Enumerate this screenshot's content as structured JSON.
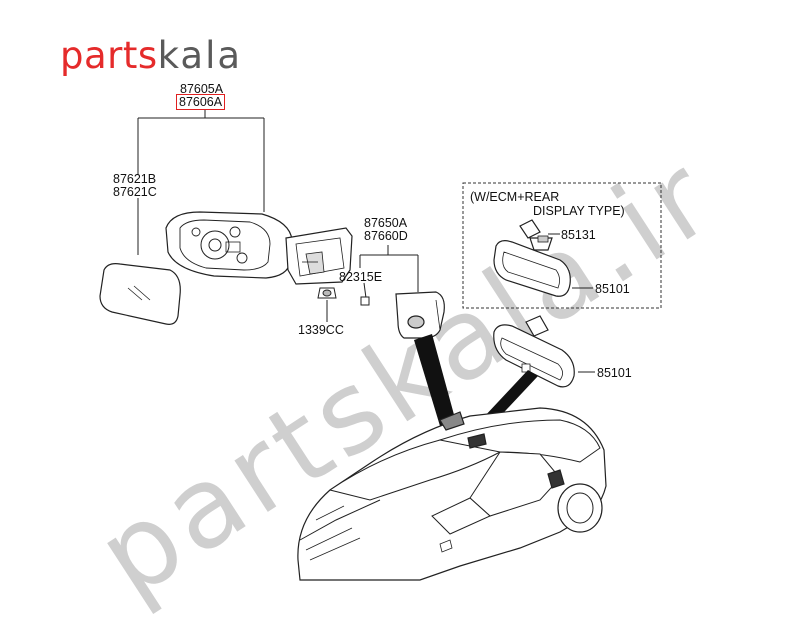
{
  "logo": {
    "part_a": "parts",
    "part_b": "kala"
  },
  "watermark": "partskala.ir",
  "note": {
    "line1": "(W/ECM+REAR",
    "line2": "DISPLAY TYPE)"
  },
  "labels": {
    "l87605a": "87605A",
    "l87606a": "87606A",
    "l87621b": "87621B",
    "l87621c": "87621C",
    "l87650a": "87650A",
    "l87660d": "87660D",
    "l82315e": "82315E",
    "l1339cc": "1339CC",
    "l85131": "85131",
    "l85101a": "85101",
    "l85101b": "85101"
  },
  "colors": {
    "logo_red": "#e52b2b",
    "logo_gray": "#5a5a5a",
    "highlight": "#e02020",
    "watermark": "#c8c8c8",
    "line": "#222222"
  }
}
